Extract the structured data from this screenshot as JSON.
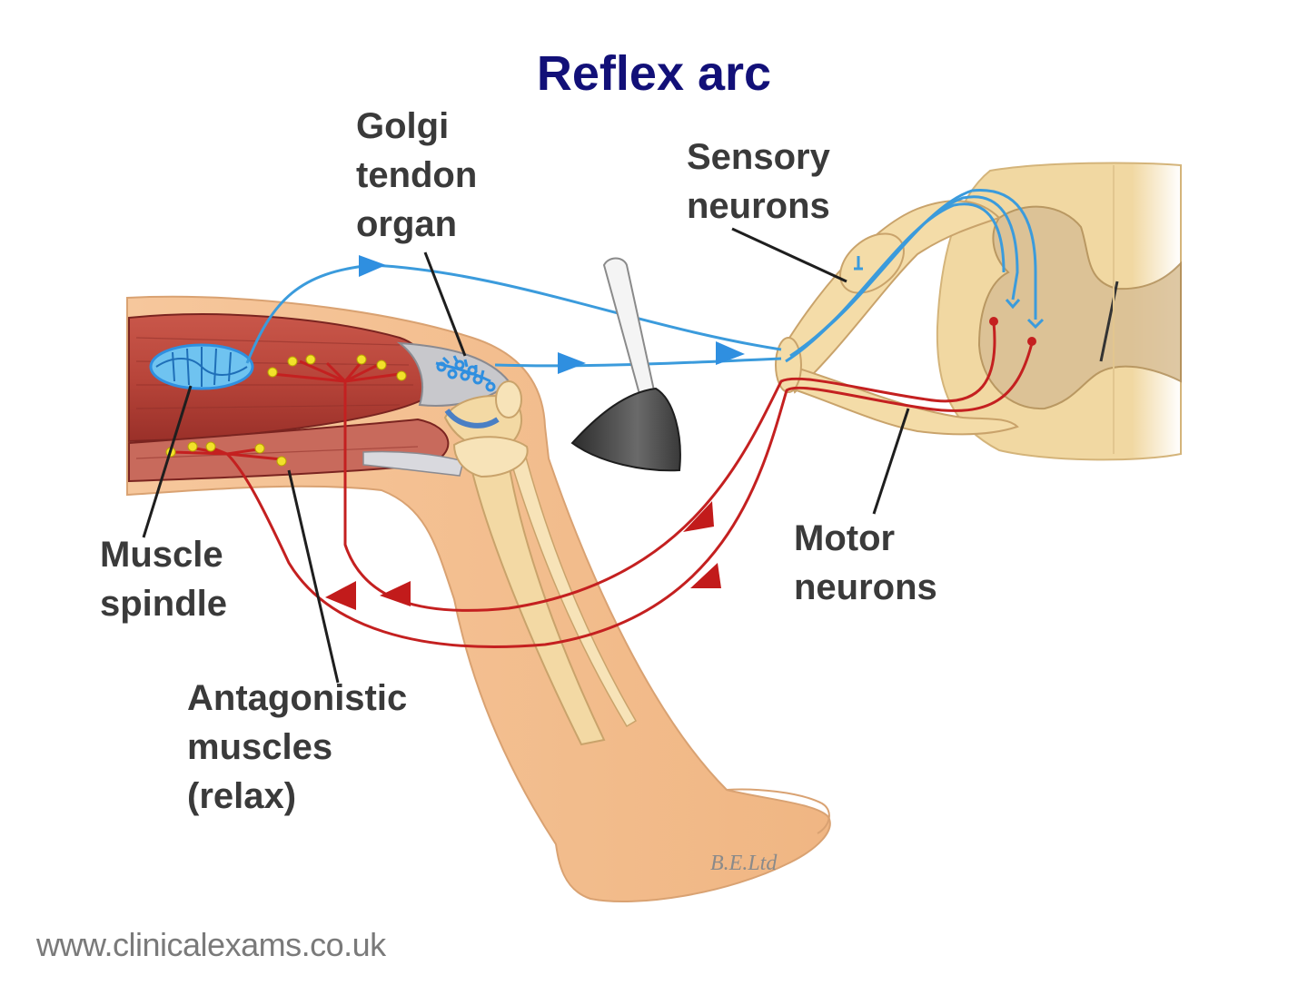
{
  "title": "Reflex arc",
  "labels": {
    "golgi_tendon_organ": [
      "Golgi",
      "tendon",
      "organ"
    ],
    "sensory_neurons": [
      "Sensory",
      "neurons"
    ],
    "muscle_spindle": [
      "Muscle",
      "spindle"
    ],
    "motor_neurons": [
      "Motor",
      "neurons"
    ],
    "antagonistic_muscles": [
      "Antagonistic",
      "muscles",
      "(relax)"
    ]
  },
  "signature": "B.E.Ltd",
  "footer": "www.clinicalexams.co.uk",
  "colors": {
    "title": "#121078",
    "label_text": "#3a3a3a",
    "sensory_path": "#3b9bdc",
    "motor_path": "#c42020",
    "muscle": "#b8453a",
    "skin": "#f6c79c",
    "bone": "#f3d9a4",
    "spinal_cord": "#f1d8a2",
    "hammer": "#4a4a4a",
    "nerve_endings": "#f2e12a"
  }
}
